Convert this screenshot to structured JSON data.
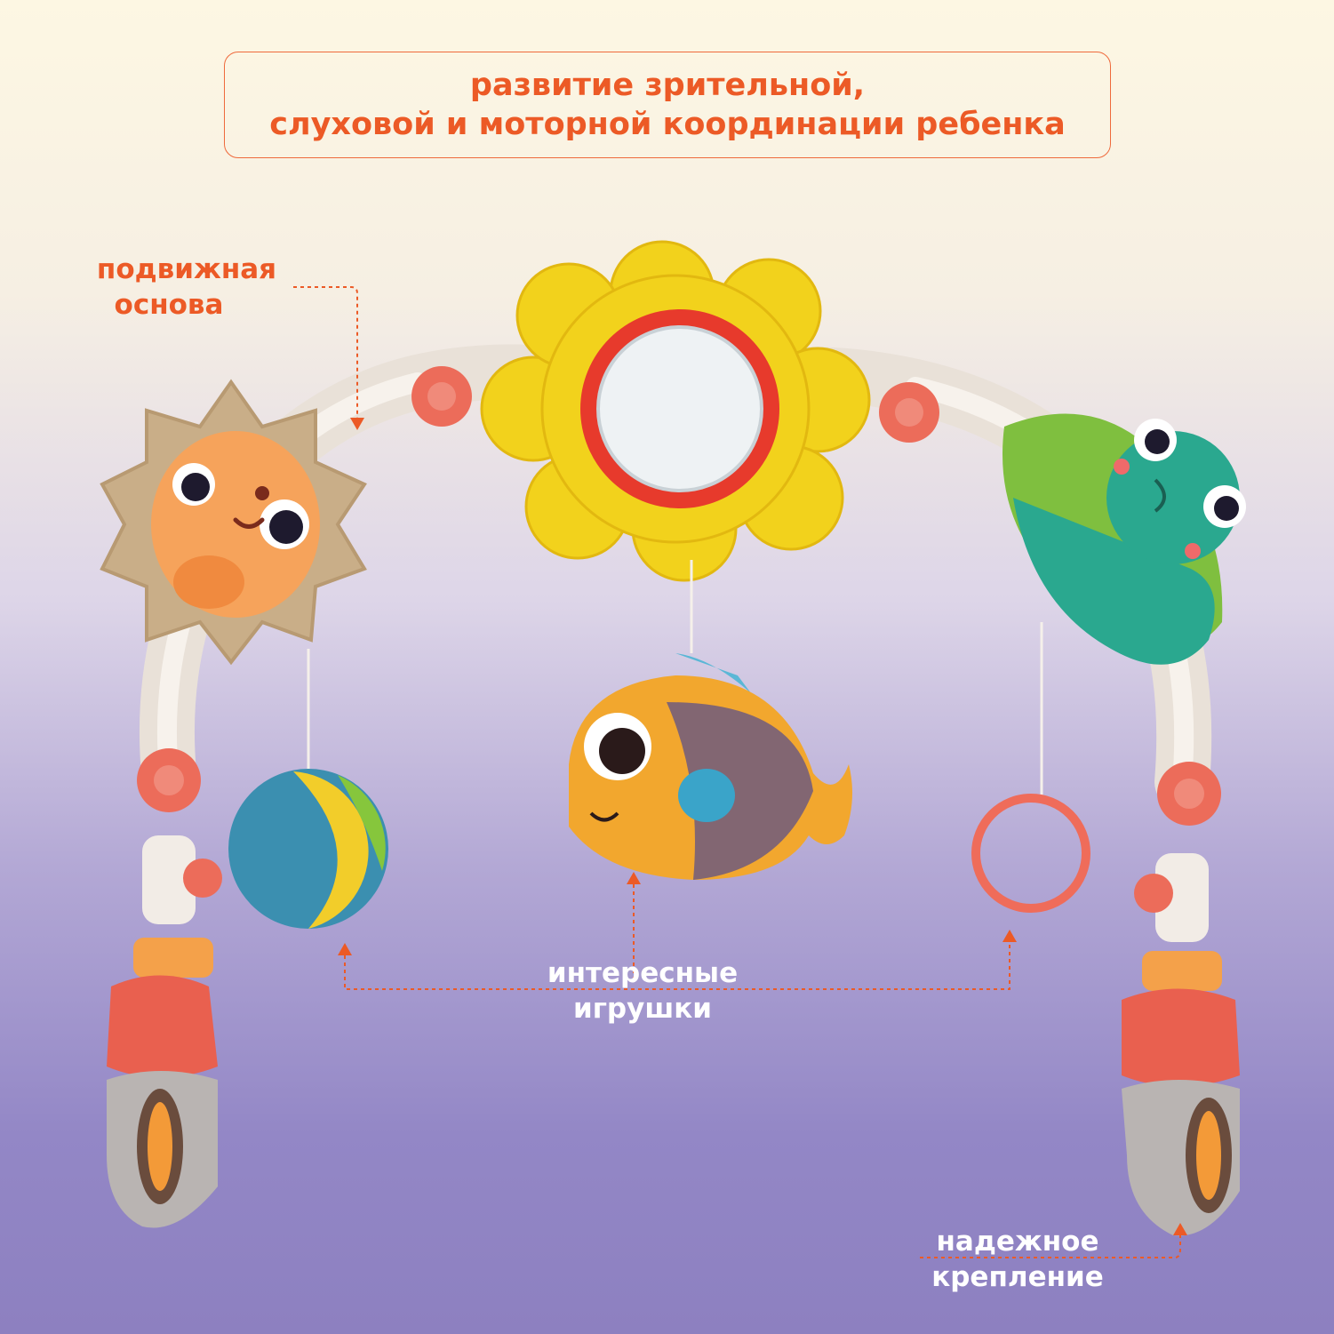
{
  "headline": {
    "line1": "развитие зрительной,",
    "line2": "слуховой и моторной координации ребенка"
  },
  "labels": {
    "movable_base": {
      "line1": "подвижная",
      "line2": "основа"
    },
    "interesting_toys": {
      "line1": "интересные",
      "line2": "игрушки"
    },
    "secure_mount": {
      "line1": "надежное",
      "line2": "крепление"
    }
  },
  "colors": {
    "accent_orange": "#ec5a26",
    "arch_cream": "#efe7dd",
    "joint_coral": "#ec6c5a",
    "flower_yellow": "#f2d21c",
    "mirror_ring_red": "#e73a2c",
    "leaf_green": "#7fbf3f",
    "frog_teal": "#2aa88f",
    "sun_beige": "#c9ae88",
    "bear_orange": "#f6a35b",
    "clamp_grey": "#b9b4b2"
  }
}
